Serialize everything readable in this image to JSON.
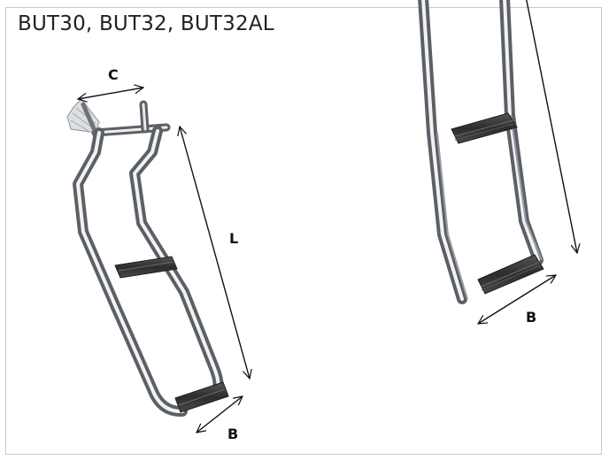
{
  "title": "BUT30, BUT32, BUT32AL",
  "dimensions": {
    "c_label": "C",
    "l_label": "L",
    "b_left_label": "B",
    "b_right_label": "B"
  },
  "colors": {
    "steel_dark": "#6f737a",
    "steel_light": "#e9ebee",
    "tread": "#3a3a3a",
    "arrow": "#111111",
    "border": "#c9c9c9"
  }
}
